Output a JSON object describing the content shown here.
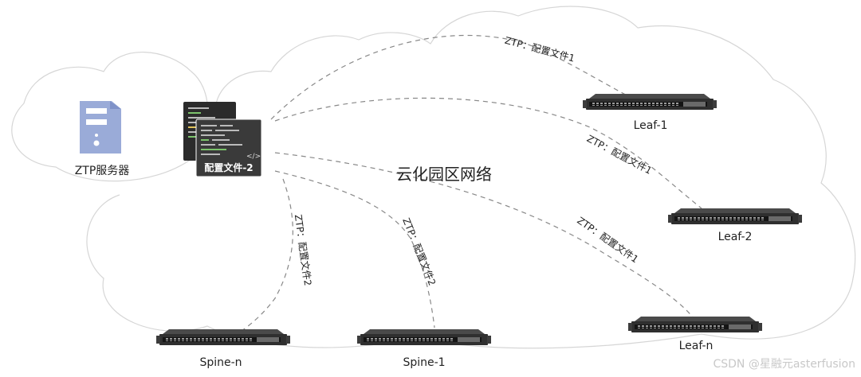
{
  "diagram": {
    "server_label": "ZTP服务器",
    "config_label": "配置文件-2",
    "config_code_glyph": "</>",
    "network_title": "云化园区网络",
    "devices": {
      "leaf1": "Leaf-1",
      "leaf2": "Leaf-2",
      "leafn": "Leaf-n",
      "spinen": "Spine-n",
      "spine1": "Spine-1"
    },
    "link_labels": {
      "leaf1": "ZTP：配置文件1",
      "leaf2": "ZTP：配置文件1",
      "leafn": "ZTP：配置文件1",
      "spinen": "ZTP：配置文件2",
      "spine1": "ZTP：配置文件2"
    },
    "watermark": "CSDN @星融元asterfusion"
  },
  "colors": {
    "cloud_stroke": "#d6d6d6",
    "dash_line": "#888888",
    "server": "#9aabd8",
    "terminal": "#3a3a3a",
    "switch": "#2f2f2f"
  },
  "icons": [
    "server-icon",
    "config-file-icon",
    "switch-icon"
  ]
}
